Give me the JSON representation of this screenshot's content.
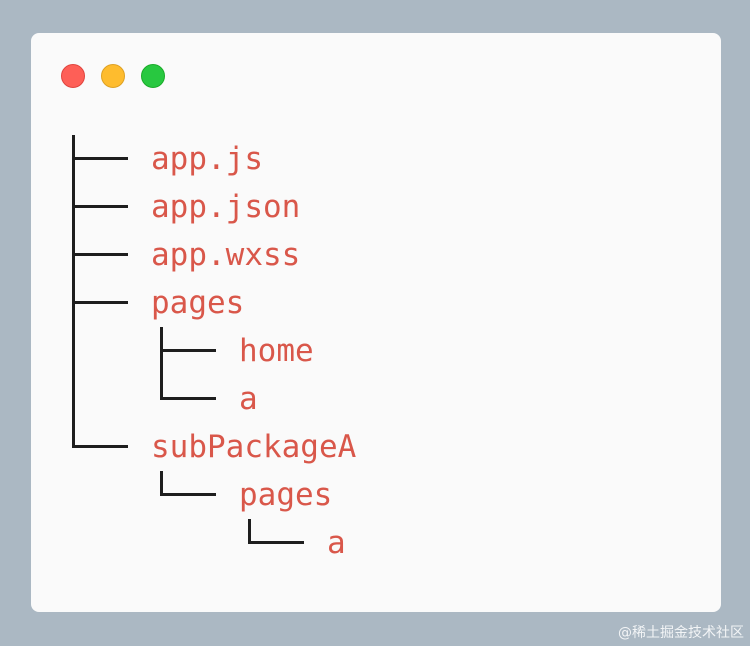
{
  "window": {
    "controls": [
      {
        "name": "close",
        "color": "#fe5f57"
      },
      {
        "name": "minimize",
        "color": "#febc2e"
      },
      {
        "name": "maximize",
        "color": "#28c840"
      }
    ]
  },
  "tree": {
    "items": [
      {
        "label": "app.js",
        "depth": 0
      },
      {
        "label": "app.json",
        "depth": 0
      },
      {
        "label": "app.wxss",
        "depth": 0
      },
      {
        "label": "pages",
        "depth": 0
      },
      {
        "label": "home",
        "depth": 1
      },
      {
        "label": "a",
        "depth": 1
      },
      {
        "label": "subPackageA",
        "depth": 0
      },
      {
        "label": "pages",
        "depth": 1
      },
      {
        "label": "a",
        "depth": 2
      }
    ]
  },
  "colors": {
    "background": "#abb8c3",
    "window": "#fafafa",
    "label": "#d9574a",
    "line": "#1e1e1e"
  },
  "watermark": "@稀土掘金技术社区"
}
